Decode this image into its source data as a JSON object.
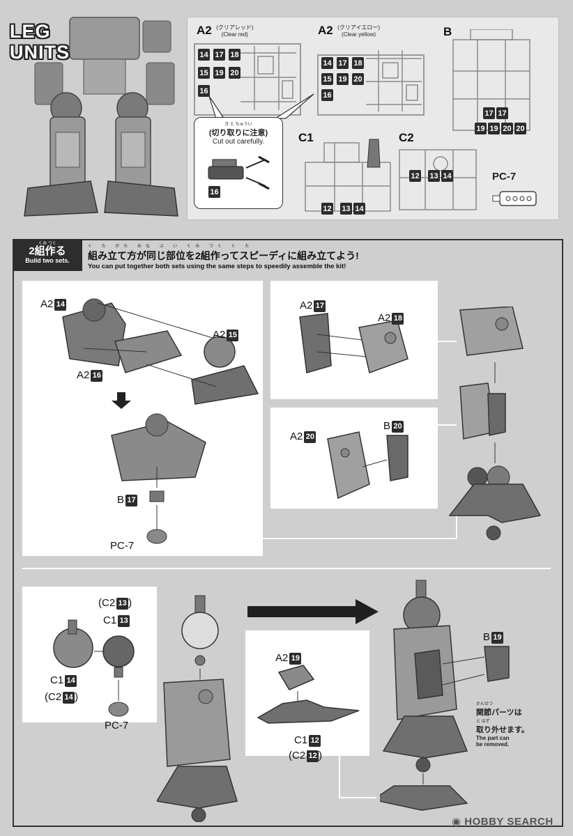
{
  "title": {
    "line1": "LEG",
    "line2": "UNITS"
  },
  "parts": {
    "runners": [
      {
        "id": "A2",
        "jp": "(クリアレッド)",
        "en": "(Clear red)"
      },
      {
        "id": "A2",
        "jp": "(クリアイエロー)",
        "en": "(Clear yellow)"
      },
      {
        "id": "B"
      },
      {
        "id": "C1"
      },
      {
        "id": "C2"
      },
      {
        "id": "PC-7"
      }
    ],
    "a2_red_numbers": [
      "14",
      "17",
      "18",
      "15",
      "19",
      "20",
      "16"
    ],
    "a2_yellow_numbers": [
      "14",
      "17",
      "18",
      "15",
      "19",
      "20",
      "16"
    ],
    "b_numbers": [
      "17",
      "17",
      "19",
      "19",
      "20",
      "20"
    ],
    "c1_numbers": [
      "12",
      "13",
      "14"
    ],
    "c2_numbers": [
      "12",
      "13",
      "14"
    ],
    "callout": {
      "jp_small": "き と ちゅうい",
      "jp": "(切り取りに注意)",
      "en": "Cut out carefully.",
      "num": "16"
    }
  },
  "build": {
    "ruby": "くみ つく",
    "label_jp": "2組作る",
    "label_en": "Build two sets.",
    "instruction_ruby": "く た かた おな ぶ い くみ つく く た",
    "instruction_jp": "組み立て方が同じ部位を2組作ってスピーディに組み立てよう!",
    "instruction_en": "You can put together both sets using the same steps to speedily assemble the kit!"
  },
  "step1": {
    "labels": [
      {
        "prefix": "A2",
        "num": "14"
      },
      {
        "prefix": "A2",
        "num": "15"
      },
      {
        "prefix": "A2",
        "num": "16"
      },
      {
        "prefix": "B",
        "num": "17"
      }
    ],
    "pc7": "PC-7"
  },
  "step2": {
    "labels": [
      {
        "prefix": "A2",
        "num": "17"
      },
      {
        "prefix": "A2",
        "num": "18"
      }
    ]
  },
  "step3": {
    "labels": [
      {
        "prefix": "A2",
        "num": "20"
      },
      {
        "prefix": "B",
        "num": "20"
      }
    ]
  },
  "step4": {
    "c2_13": {
      "open": "(C2",
      "num": "13",
      "close": ")"
    },
    "c1_13": {
      "prefix": "C1",
      "num": "13"
    },
    "c1_14": {
      "prefix": "C1",
      "num": "14"
    },
    "c2_14": {
      "open": "(C2",
      "num": "14",
      "close": ")"
    },
    "pc7": "PC-7"
  },
  "step5": {
    "a2_19": {
      "prefix": "A2",
      "num": "19"
    },
    "c1_12": {
      "prefix": "C1",
      "num": "12"
    },
    "c2_12": {
      "open": "(C2",
      "num": "12",
      "close": ")"
    }
  },
  "step6": {
    "b19": {
      "prefix": "B",
      "num": "19"
    },
    "joint_ruby": "かんせつ",
    "joint_jp1": "関節パーツは",
    "joint_ruby2": "と はず",
    "joint_jp2": "取り外せます。",
    "joint_en1": "The part can",
    "joint_en2": "be removed."
  },
  "watermark": "HOBBY SEARCH",
  "colors": {
    "part_dark": "#5a5a5a",
    "part_mid": "#8a8a8a",
    "part_light": "#b5b5b5",
    "badge": "#2c2c2c"
  }
}
